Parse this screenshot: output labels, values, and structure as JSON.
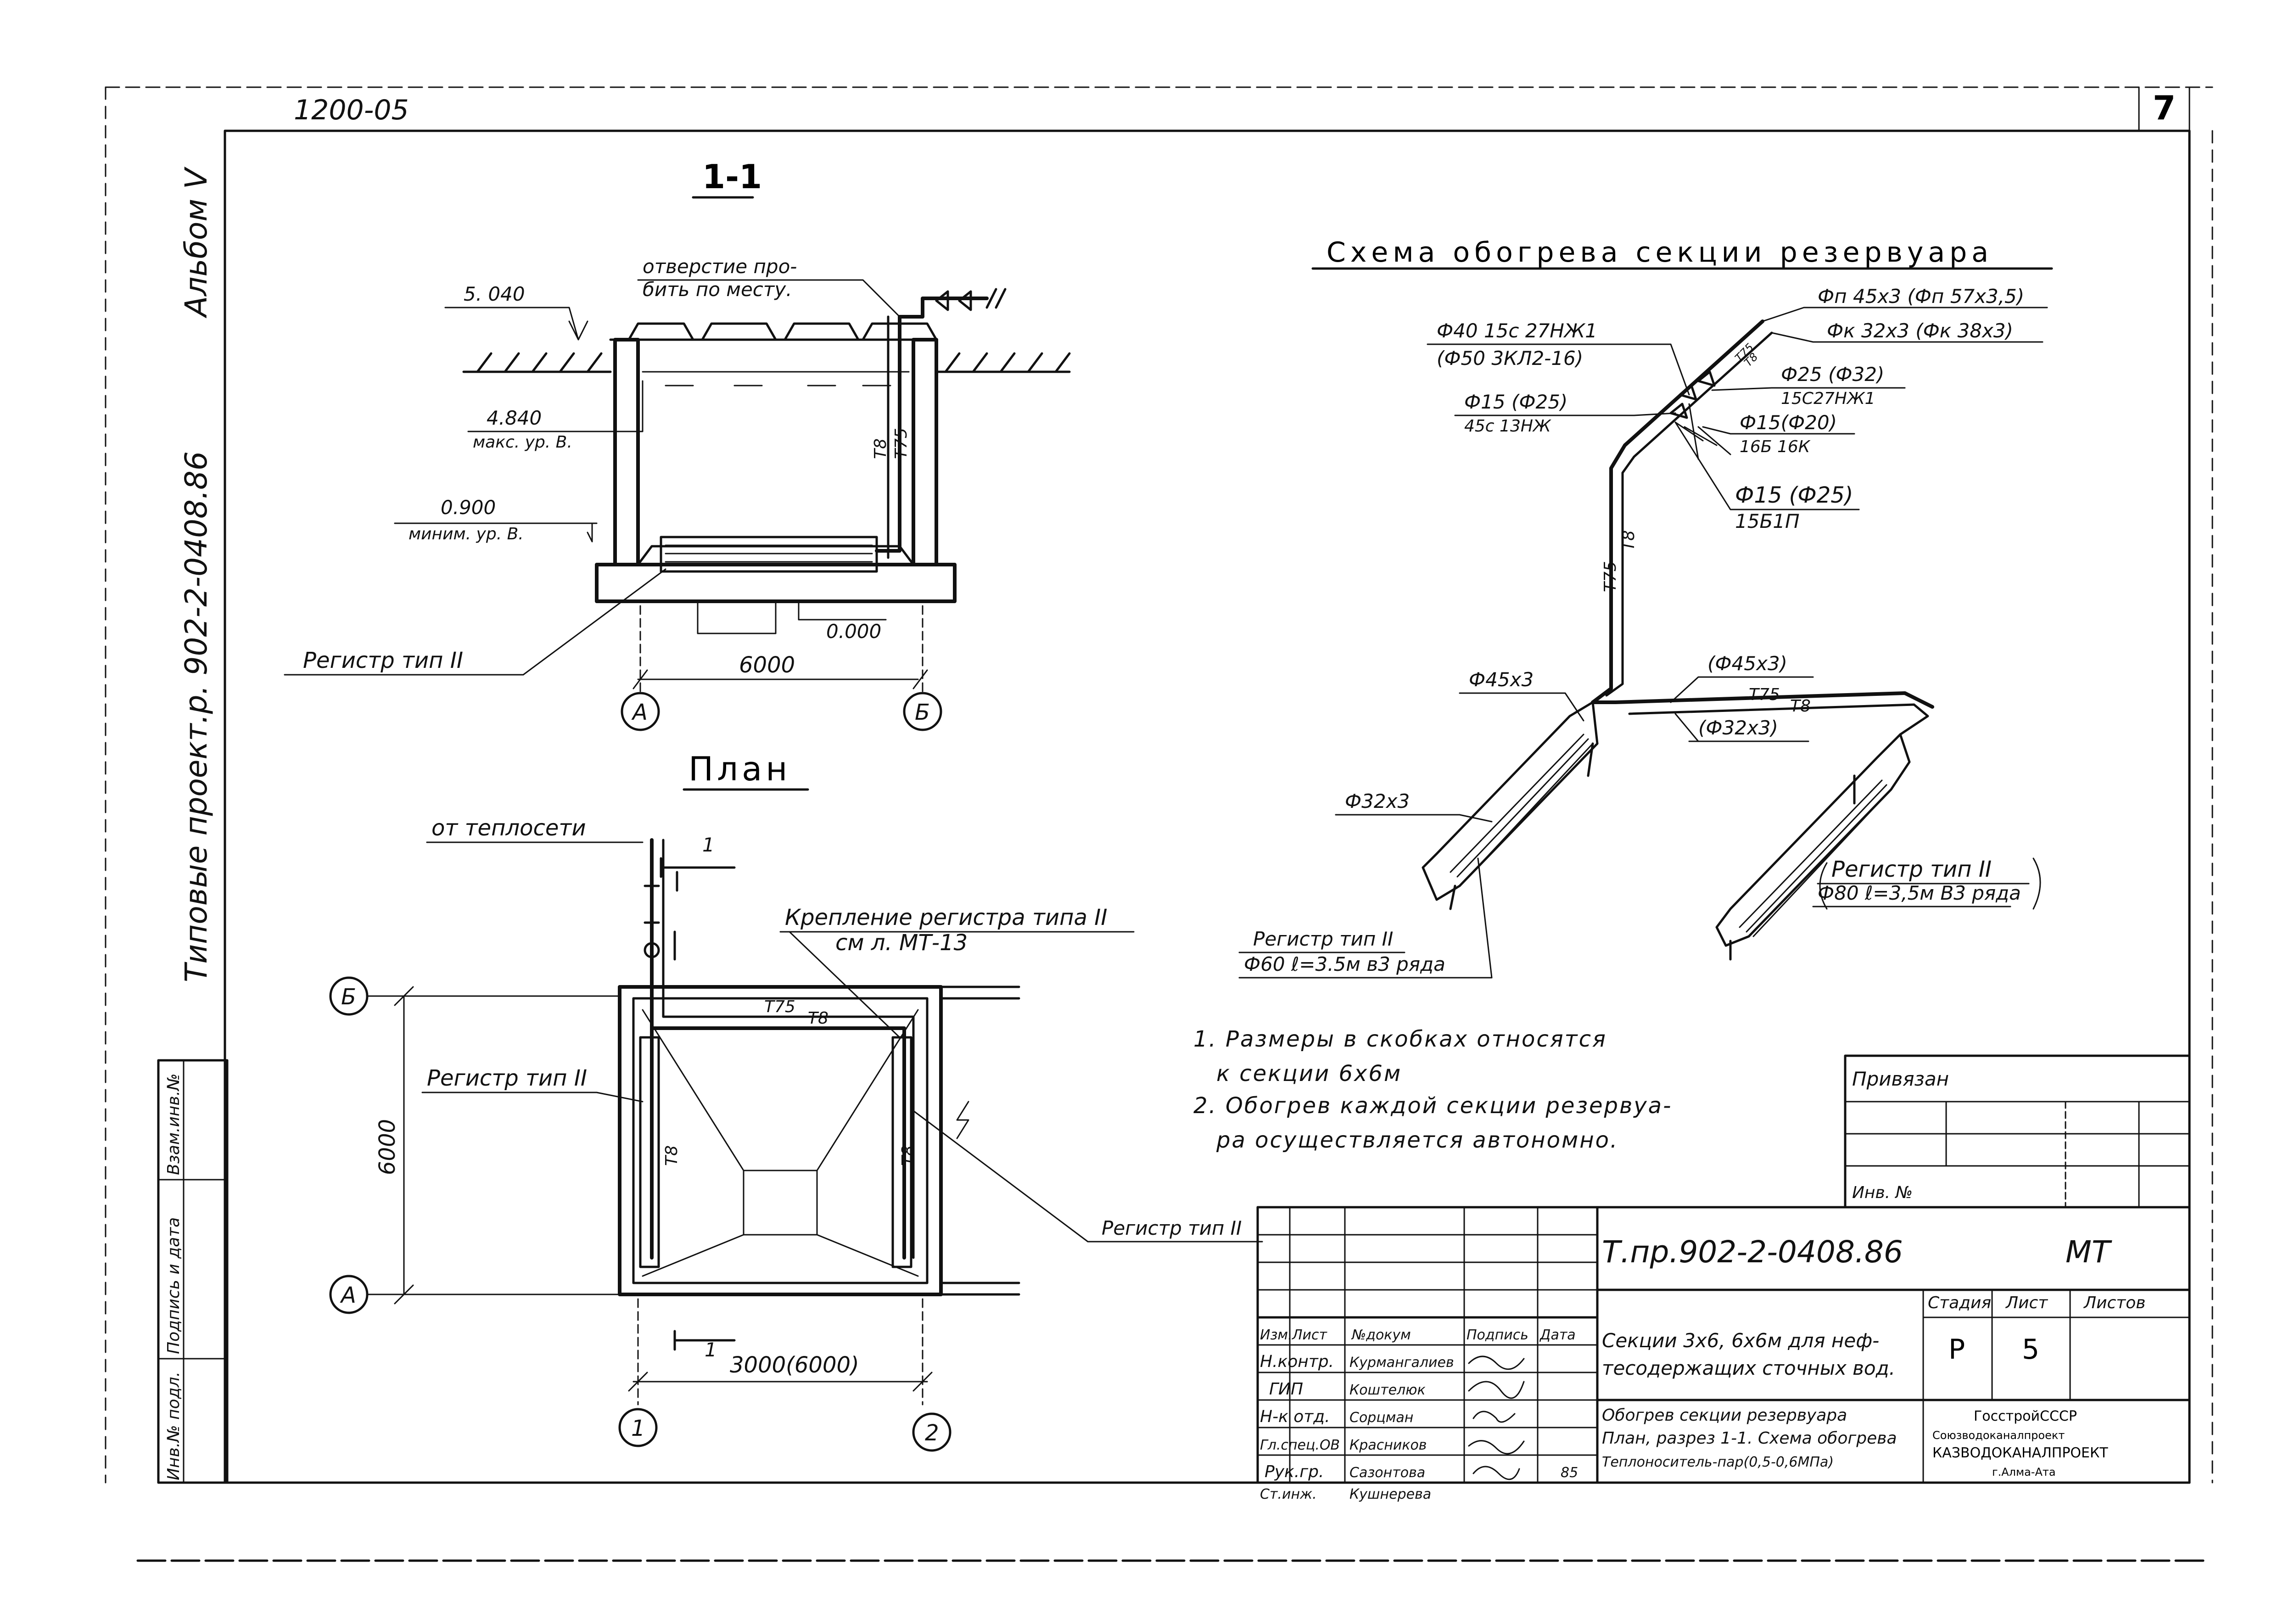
{
  "sheet": {
    "sheet_code": "1200-05",
    "sheet_number": "7",
    "album": "Альбом V",
    "project_vertical": "Типовые проект.р. 902-2-0408.86"
  },
  "section_1_1": {
    "title": "1-1",
    "note_hole": "отверстие про-",
    "note_hole_2": "бить по месту.",
    "lvl_top": "5. 040",
    "lvl_max": "4.840",
    "lvl_max_label": "макс. ур. В.",
    "lvl_min": "0.900",
    "lvl_min_label": "миним. ур. В.",
    "lvl_zero": "0.000",
    "register_label": "Регистр тип II",
    "dim_6000": "6000",
    "axis_a": "А",
    "axis_b": "Б",
    "pipe_t8": "Т8",
    "pipe_t75": "Т75"
  },
  "plan": {
    "title": "План",
    "from_network": "от теплосети",
    "cut_mark": "1",
    "mount_note": "Крепление регистра типа II",
    "mount_ref": "см л. МТ-13",
    "register_left": "Регистр тип II",
    "register_right": "Регистр тип II",
    "dim_vertical": "6000",
    "dim_horizontal": "3000(6000)",
    "axis_b": "Б",
    "axis_a": "А",
    "axis_1": "1",
    "axis_2": "2",
    "pipe_t8": "Т8",
    "pipe_t75": "Т75"
  },
  "scheme": {
    "title": "Схема обогрева секции резервуара",
    "l1a": "Фп 45х3 (Фп 57х3,5)",
    "l1b": "Фк 32х3 (Фк 38х3)",
    "l2a": "Ф40 15с 27НЖ1",
    "l2b": "(Ф50 3КЛ2-16)",
    "l3a": "Ф25 (Ф32)",
    "l3b": "15С27НЖ1",
    "l4a": "Ф15 (Ф25)",
    "l4b": "45с 13НЖ",
    "l5a": "Ф15(Ф20)",
    "l5b": "16Б 16К",
    "l6a": "Ф15 (Ф25)",
    "l6b": "15Б1П",
    "l7": "(Ф45х3)",
    "l8": "Ф45х3",
    "l9": "(Ф32х3)",
    "l10": "Ф32х3",
    "reg_left_a": "Регистр тип II",
    "reg_left_b": "Ф60 ℓ=3.5м в3 ряда",
    "reg_right_a": "Регистр тип II",
    "reg_right_b": "Ф80 ℓ=3,5м В3 ряда",
    "pipe_t8": "Т8",
    "pipe_t75": "Т75"
  },
  "notes": [
    "1. Размеры в скобках относятся",
    "к секции 6х6м",
    "2. Обогрев каждой секции резервуа-",
    "ра осуществляется автономно."
  ],
  "binding_block": {
    "privyazan": "Привязан",
    "inv": "Инв. №"
  },
  "title_block": {
    "doc_code": "Т.пр.902-2-0408.86",
    "mark": "МТ",
    "head": [
      "Изм.",
      "Лист",
      "№докум",
      "Подпись",
      "Дата"
    ],
    "roles": [
      {
        "role": "Н.контр.",
        "name": "Курмангалиев"
      },
      {
        "role": "ГИП",
        "name": "Коштелюк"
      },
      {
        "role": "Н-к отд.",
        "name": "Сорцман"
      },
      {
        "role": "Гл.спец.ОВ",
        "name": "Красников"
      },
      {
        "role": "Рук.гр.",
        "name": "Сазонтова"
      },
      {
        "role": "Ст.инж.",
        "name": "Кушнерева"
      }
    ],
    "date_val": "85",
    "title_1": "Секции 3х6, 6х6м для неф-",
    "title_2": "тесодержащих сточных вод.",
    "sub_1": "Обогрев секции резервуара",
    "sub_2": "План, разрез 1-1. Схема обогрева",
    "sub_3": "Теплоноситель-пар(0,5-0,6МПа)",
    "stage_label": "Стадия",
    "sheet_label": "Лист",
    "sheets_label": "Листов",
    "stage": "Р",
    "sheet": "5",
    "org_1": "ГосстройСССР",
    "org_2": "Союзводоканалпроект",
    "org_3": "КАЗВОДОКАНАЛПРОЕКТ",
    "org_4": "г.Алма-Ата"
  },
  "left_strip": {
    "c1": "Инв.№ подл.",
    "c2": "Подпись и дата",
    "c3": "Взам.инв.№"
  }
}
